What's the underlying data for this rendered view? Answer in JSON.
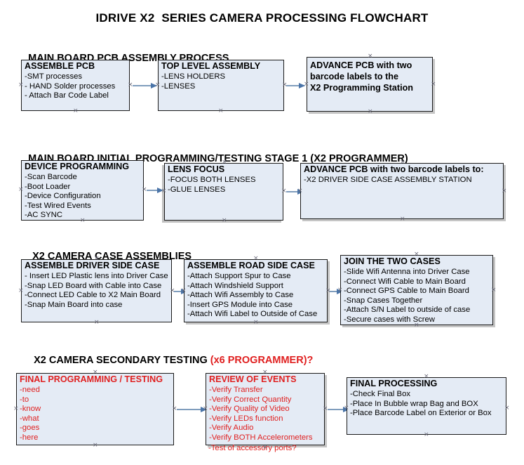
{
  "document": {
    "title": "IDRIVE X2  SERIES CAMERA PROCESSING FLOWCHART"
  },
  "sections": [
    {
      "heading": "MAIN BOARD PCB ASSEMBLY PROCESS",
      "heading_red": "",
      "boxes": [
        {
          "title": "ASSEMBLE PCB",
          "lines": [
            "-SMT processes",
            "- HAND Solder processes",
            "- Attach Bar Code Label"
          ]
        },
        {
          "title": "TOP LEVEL ASSEMBLY",
          "lines": [
            "-LENS HOLDERS",
            "-LENSES"
          ]
        },
        {
          "title": "ADVANCE PCB with two",
          "lines": [
            "barcode labels to the",
            " X2 Programming Station"
          ]
        }
      ]
    },
    {
      "heading": "MAIN BOARD INITIAL PROGRAMMING/TESTING STAGE 1 (X2 PROGRAMMER)",
      "heading_red": "",
      "boxes": [
        {
          "title": "DEVICE PROGRAMMING",
          "lines": [
            "-Scan Barcode",
            "-Boot Loader",
            "-Device Configuration",
            "-Test Wired Events",
            "-AC SYNC"
          ]
        },
        {
          "title": "LENS FOCUS",
          "lines": [
            "-FOCUS BOTH LENSES",
            "-GLUE LENSES"
          ]
        },
        {
          "title": "ADVANCE PCB with two barcode labels to:",
          "lines": [
            "-X2 DRIVER  SIDE  CASE  ASSEMBLY STATION"
          ]
        }
      ]
    },
    {
      "heading": "X2 CAMERA CASE ASSEMBLIES",
      "heading_red": "",
      "boxes": [
        {
          "title": "ASSEMBLE DRIVER SIDE CASE",
          "lines": [
            "- Insert LED Plastic lens into Driver Case",
            "-Snap LED Board with Cable into Case",
            "-Connect LED Cable to X2 Main Board",
            "-Snap Main Board into case"
          ]
        },
        {
          "title": "ASSEMBLE ROAD SIDE CASE",
          "lines": [
            "-Attach Support Spur to Case",
            "-Attach Windshield Support",
            "-Attach Wifi Assembly to Case",
            "-Insert GPS Module into Case",
            "-Attach Wifi Label to Outside of Case"
          ]
        },
        {
          "title": "JOIN THE TWO CASES",
          "lines": [
            "-Slide Wifi Antenna into Driver Case",
            "-Connect Wifi Cable to Main Board",
            "-Connect GPS Cable to Main Board",
            "-Snap Cases Together",
            "-Attach S/N Label to outside of case",
            "-Secure cases with Screw"
          ]
        }
      ]
    },
    {
      "heading": "X2 CAMERA SECONDARY TESTING ",
      "heading_red": "(x6 PROGRAMMER)?",
      "boxes": [
        {
          "title": "FINAL PROGRAMMING / TESTING",
          "lines": [
            "-need",
            "-to",
            "-know",
            "-what",
            "-goes",
            "-here"
          ]
        },
        {
          "title": "REVIEW OF EVENTS",
          "lines": [
            "-Verify Transfer",
            "-Verify Correct Quantity",
            "-Verify Quality of Video",
            "-Verify LEDs function",
            "-Verify Audio",
            "-Verify BOTH Accelerometers"
          ],
          "overflow": "-Test of accessory ports?"
        },
        {
          "title": "FINAL PROCESSING",
          "lines": [
            " -Check Final Box",
            "-Place In Bubble wrap Bag and BOX",
            "-Place Barcode Label on Exterior or Box"
          ]
        }
      ]
    }
  ],
  "colors": {
    "box_fill": "#e4ebf5",
    "box_border": "#1a1a1a",
    "accent_red": "#e02020",
    "arrow": "#7f9dbd",
    "text": "#000000"
  }
}
